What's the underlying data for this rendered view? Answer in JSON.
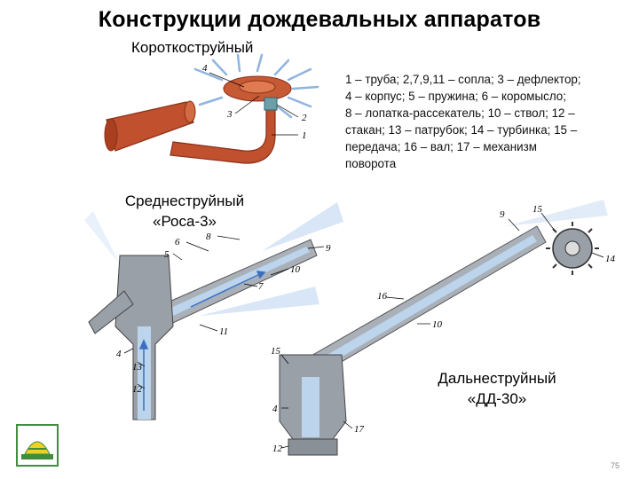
{
  "slide": {
    "title": "Конструкции дождевальных аппаратов",
    "sections": {
      "short_jet": "Короткоструйный",
      "medium_jet_line1": "Среднеструйный",
      "medium_jet_line2": "«Роса-3»",
      "long_jet_line1": "Дальнеструйный",
      "long_jet_line2": "«ДД-30»"
    },
    "legend_lines": [
      "1 – труба; 2,7,9,11 – сопла; 3 – дефлектор;",
      "4 – корпус; 5 – пружина; 6 – коромысло;",
      "8 – лопатка-рассекатель; 10 – ствол; 12 –",
      "стакан; 13 – патрубок; 14 – турбинка; 15 –",
      "передача; 16 – вал; 17 – механизм",
      "поворота"
    ],
    "page_number": "75"
  },
  "callouts": {
    "short": [
      "4",
      "3",
      "2",
      "1"
    ],
    "medium": [
      "8",
      "6",
      "5",
      "9",
      "10",
      "7",
      "11",
      "4",
      "13",
      "12"
    ],
    "long": [
      "9",
      "15",
      "14",
      "16",
      "10",
      "15",
      "4",
      "17",
      "12"
    ]
  },
  "colors": {
    "pipe_red": "#c0502e",
    "pipe_dark": "#8a3018",
    "body_gray": "#9aa0a8",
    "flow_blue": "#bcd4ec",
    "arrow_blue": "#3a6fc0",
    "logo_green": "#3e8e3e",
    "logo_yellow": "#f0d020"
  }
}
